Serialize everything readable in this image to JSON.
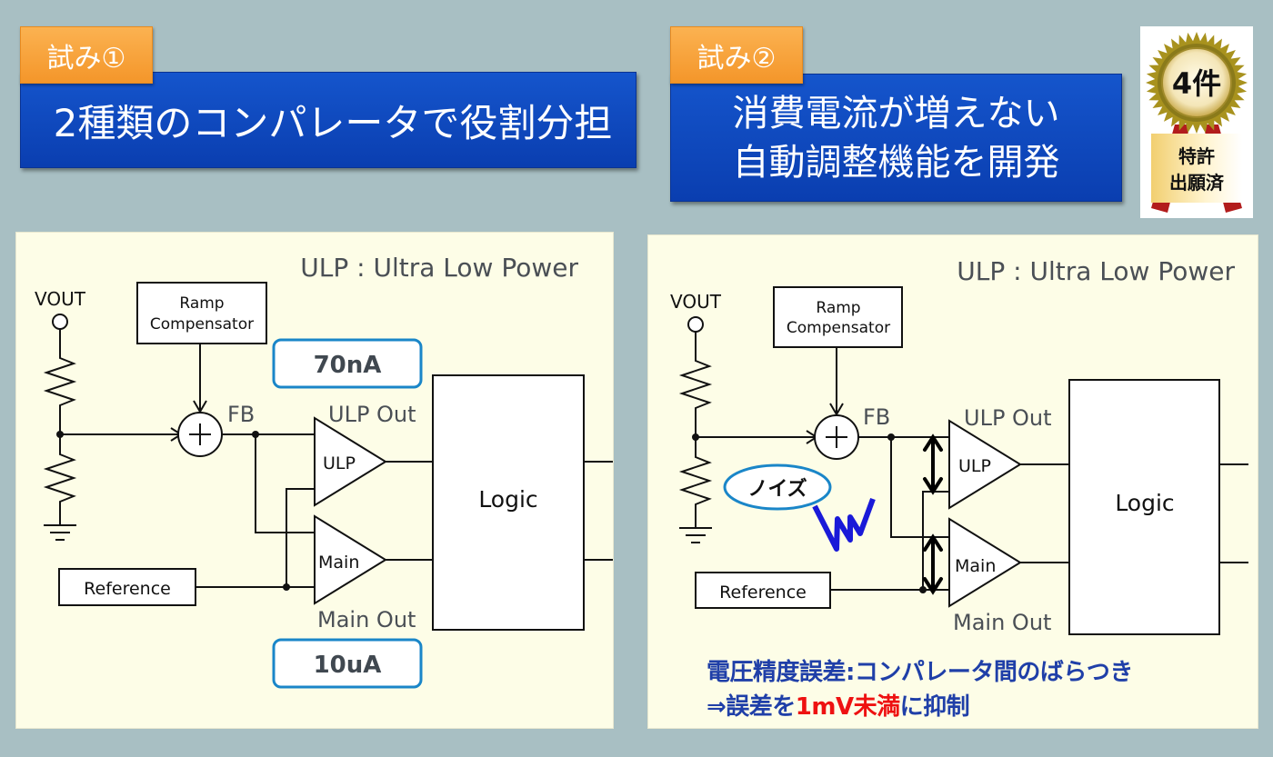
{
  "attempt1": {
    "tag": "試み①",
    "title": "2種類のコンパレータで役割分担"
  },
  "attempt2": {
    "tag": "試み②",
    "title_line1": "消費電流が増えない",
    "title_line2": "自動調整機能を開発"
  },
  "patent_badge": {
    "count": "4件",
    "line1": "特許",
    "line2": "出願済"
  },
  "diagram1": {
    "legend": "ULP : Ultra Low Power",
    "vout": "VOUT",
    "ramp_line1": "Ramp",
    "ramp_line2": "Compensator",
    "fb": "FB",
    "ulp_out": "ULP Out",
    "main_out": "Main Out",
    "ulp_comp": "ULP",
    "main_comp": "Main",
    "logic": "Logic",
    "reference": "Reference",
    "ulp_current": "70nA",
    "main_current": "10uA"
  },
  "diagram2": {
    "legend": "ULP : Ultra Low Power",
    "vout": "VOUT",
    "ramp_line1": "Ramp",
    "ramp_line2": "Compensator",
    "fb": "FB",
    "ulp_out": "ULP Out",
    "main_out": "Main Out",
    "ulp_comp": "ULP",
    "main_comp": "Main",
    "logic": "Logic",
    "reference": "Reference",
    "noise": "ノイズ",
    "note_line1": "電圧精度誤差:コンパレータ間のばらつき",
    "note_line2_a": "⇒誤差を",
    "note_line2_b": "1mV未満",
    "note_line2_c": "に抑制"
  },
  "colors": {
    "banner_blue": "#0d47bf",
    "tag_orange": "#f7a23a",
    "panel_bg": "#fdfde7",
    "current_box_border": "#1a86c8",
    "note_blue": "#1f3fa8",
    "highlight_red": "#ee1111",
    "noise_squiggle": "#1a1ad8"
  }
}
